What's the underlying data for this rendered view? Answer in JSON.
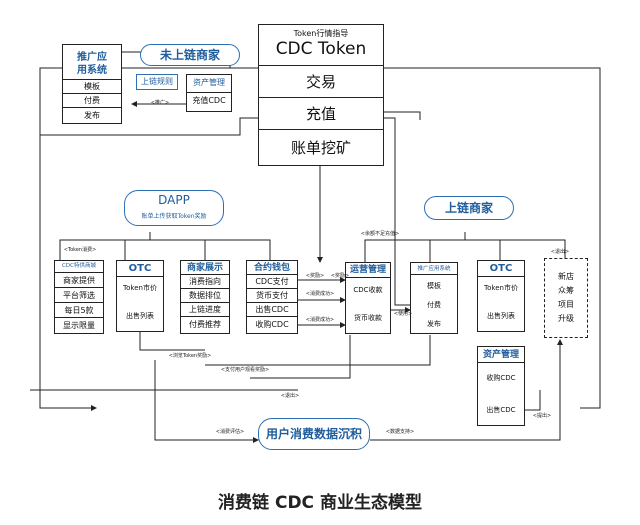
{
  "cdc": {
    "guide": "Token行情指导",
    "title": "CDC Token",
    "rows": [
      "交易",
      "充值",
      "账单挖矿"
    ]
  },
  "promo_system": {
    "title": [
      "推广应",
      "用系统"
    ],
    "items": [
      "模板",
      "付费",
      "发布"
    ]
  },
  "unlisted_merchant": {
    "title": "未上链商家",
    "rule": "上链规则",
    "asset": "资产管理",
    "recharge": "充值CDC",
    "promo_label": "<推广>"
  },
  "dapp": {
    "title": "DAPP",
    "subtitle": "账单上传获取Token奖励",
    "consume_label": "<Token消费>"
  },
  "col_mall": {
    "title": "CDC特供商城",
    "items": [
      "商家提供",
      "平台筛选",
      "每日5款",
      "显示限量"
    ]
  },
  "col_otc1": {
    "title": "OTC",
    "items": [
      "Token市价",
      "出售列表"
    ]
  },
  "col_display": {
    "title": "商家展示",
    "items": [
      "消费指向",
      "数据排位",
      "上链进度",
      "付费推荐"
    ]
  },
  "col_wallet": {
    "title": "合约钱包",
    "items": [
      "CDC支付",
      "货币支付",
      "出售CDC",
      "收购CDC"
    ]
  },
  "listed_merchant": {
    "title": "上链商家",
    "insufficient": "<余额不足充值>",
    "exit_label": "<退出>"
  },
  "col_ops": {
    "title": "运营管理",
    "items": [
      "CDC收款",
      "货币收款"
    ]
  },
  "col_promo2": {
    "title": "推广应用系统",
    "items": [
      "模板",
      "付费",
      "发布"
    ]
  },
  "col_otc2": {
    "title": "OTC",
    "items": [
      "Token市价",
      "出售列表"
    ]
  },
  "asset2": {
    "title": "资产管理",
    "items": [
      "收购CDC",
      "出售CDC"
    ]
  },
  "new_store": {
    "items": [
      "新店",
      "众筹",
      "项目",
      "升级"
    ]
  },
  "labels": {
    "pay": "<奖励>",
    "reward": "<奖励>",
    "pay_success1": "<消费成功>",
    "pay_success2": "<消费成功>",
    "use": "<使用>",
    "browse": "<浏览Token奖励>",
    "pay_behavior": "<支付用户观看奖励>",
    "exit2": "<退出>",
    "eval": "<消费评估>",
    "data_support": "<数据支持>",
    "withdraw": "<提出>"
  },
  "bottom_box": "用户消费数据沉积",
  "footer": "消费链 CDC 商业生态模型"
}
